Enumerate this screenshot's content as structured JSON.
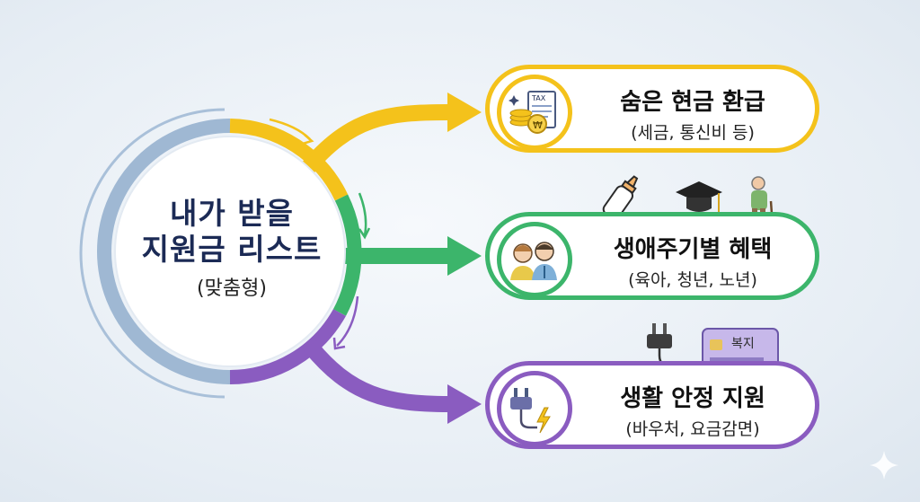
{
  "center": {
    "line1": "내가 받을",
    "line2": "지원금 리스트",
    "line3": "(맞춤형)"
  },
  "items": [
    {
      "title": "숨은 현금 환급",
      "subtitle": "(세금, 통신비 등)",
      "color": "#f4c21b",
      "icon": "tax-coins-icon",
      "icon_text": "TAX",
      "currency_symbol": "₩"
    },
    {
      "title": "생애주기별 혜택",
      "subtitle": "(육아, 청년, 노년)",
      "color": "#3cb56b",
      "icon": "family-icon"
    },
    {
      "title": "생활 안정 지원",
      "subtitle": "(바우처, 요금감면)",
      "color": "#8a5cc0",
      "icon": "power-plug-icon",
      "card_label": "복지"
    }
  ],
  "colors": {
    "yellow": "#f4c21b",
    "green": "#3cb56b",
    "purple": "#8a5cc0",
    "blue_ring": "#a9c0d9",
    "navy_text": "#1b2a55"
  }
}
